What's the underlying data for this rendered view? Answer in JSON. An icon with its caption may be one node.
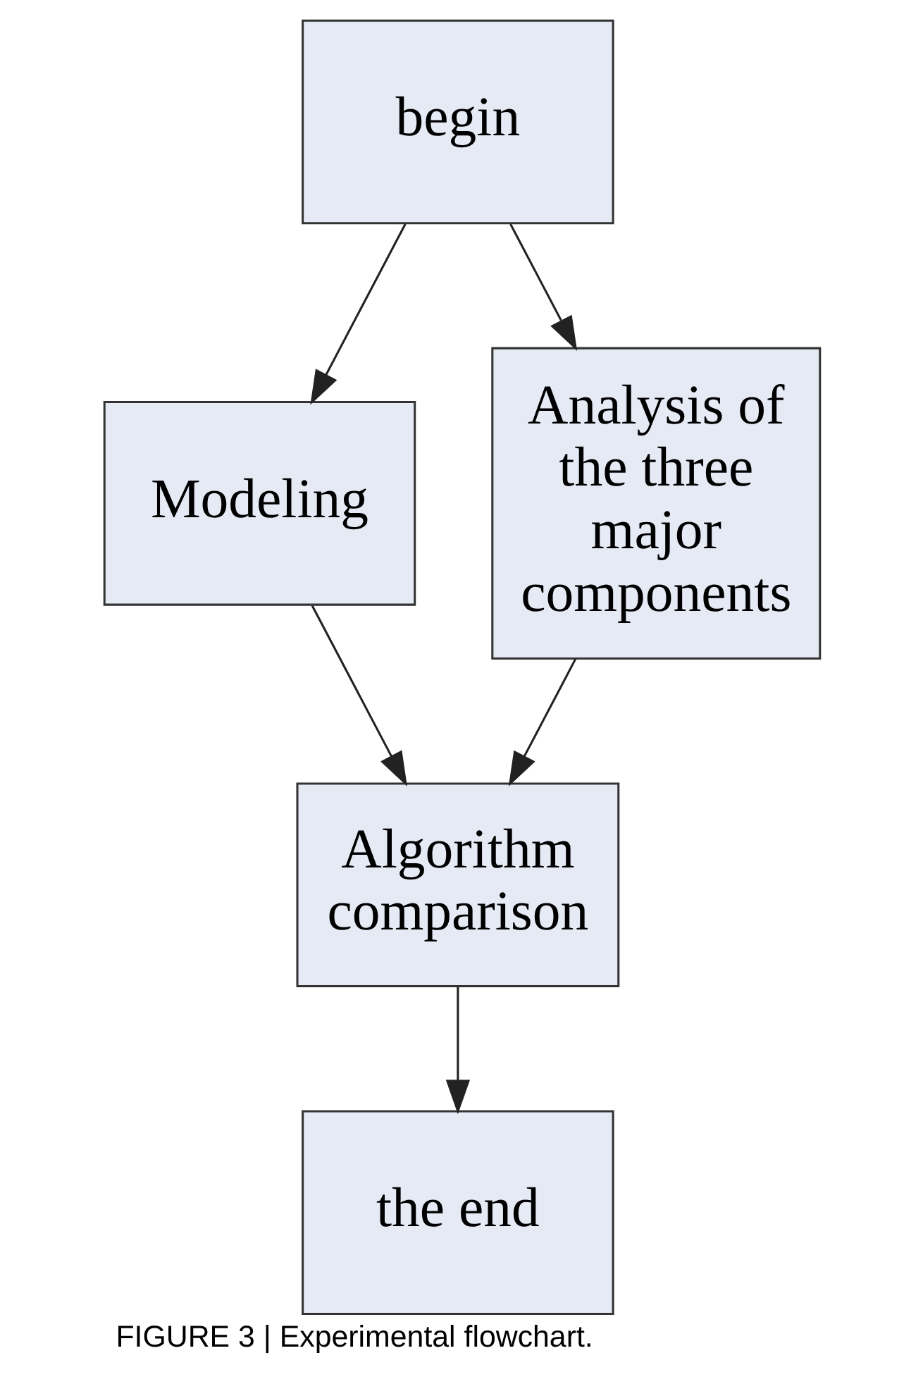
{
  "diagram": {
    "caption": "FIGURE 3 | Experimental flowchart.",
    "nodes": [
      {
        "text": [
          "begin"
        ]
      },
      {
        "text": [
          "Modeling"
        ]
      },
      {
        "text": [
          "Analysis of the three major components"
        ]
      },
      {
        "text": [
          "Algorithm comparison"
        ]
      },
      {
        "text": [
          "the end"
        ]
      }
    ],
    "edges": [
      {
        "from": 0,
        "to": 1,
        "arrow": "to"
      },
      {
        "from": 0,
        "to": 2,
        "arrow": "to"
      },
      {
        "from": 1,
        "to": 3,
        "arrow": "to"
      },
      {
        "from": 2,
        "to": 3,
        "arrow": "to"
      },
      {
        "from": 3,
        "to": 4,
        "arrow": "to"
      }
    ]
  }
}
